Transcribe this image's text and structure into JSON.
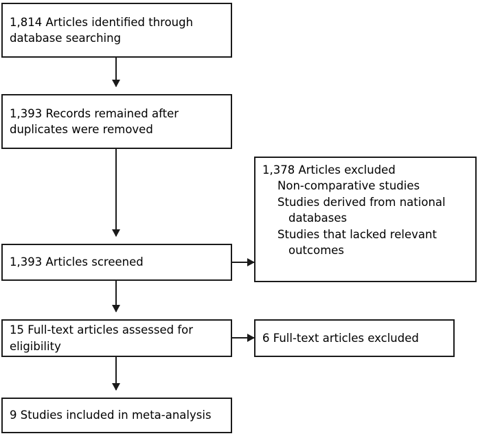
{
  "flowchart": {
    "type": "prisma-flow-diagram",
    "nodes": {
      "identified": "1,814 Articles identified through\ndatabase searching",
      "duplicates": "1,393 Records remained after\nduplicates were removed",
      "screened": "1,393 Articles screened",
      "fulltext": "15 Full-text articles assessed for\neligibility",
      "included": "9 Studies included in meta-analysis",
      "excluded_main_title": "1,378 Articles excluded",
      "excluded_main_reasons": [
        "Non-comparative studies",
        "Studies derived from national",
        "Studies that lacked relevant"
      ],
      "excluded_main_reason_continuations": [
        "",
        "databases",
        "outcomes"
      ],
      "excluded_fulltext": "6 Full-text articles excluded"
    },
    "colors": {
      "border": "#1a1a1a",
      "background": "#ffffff",
      "text": "#000000"
    }
  }
}
